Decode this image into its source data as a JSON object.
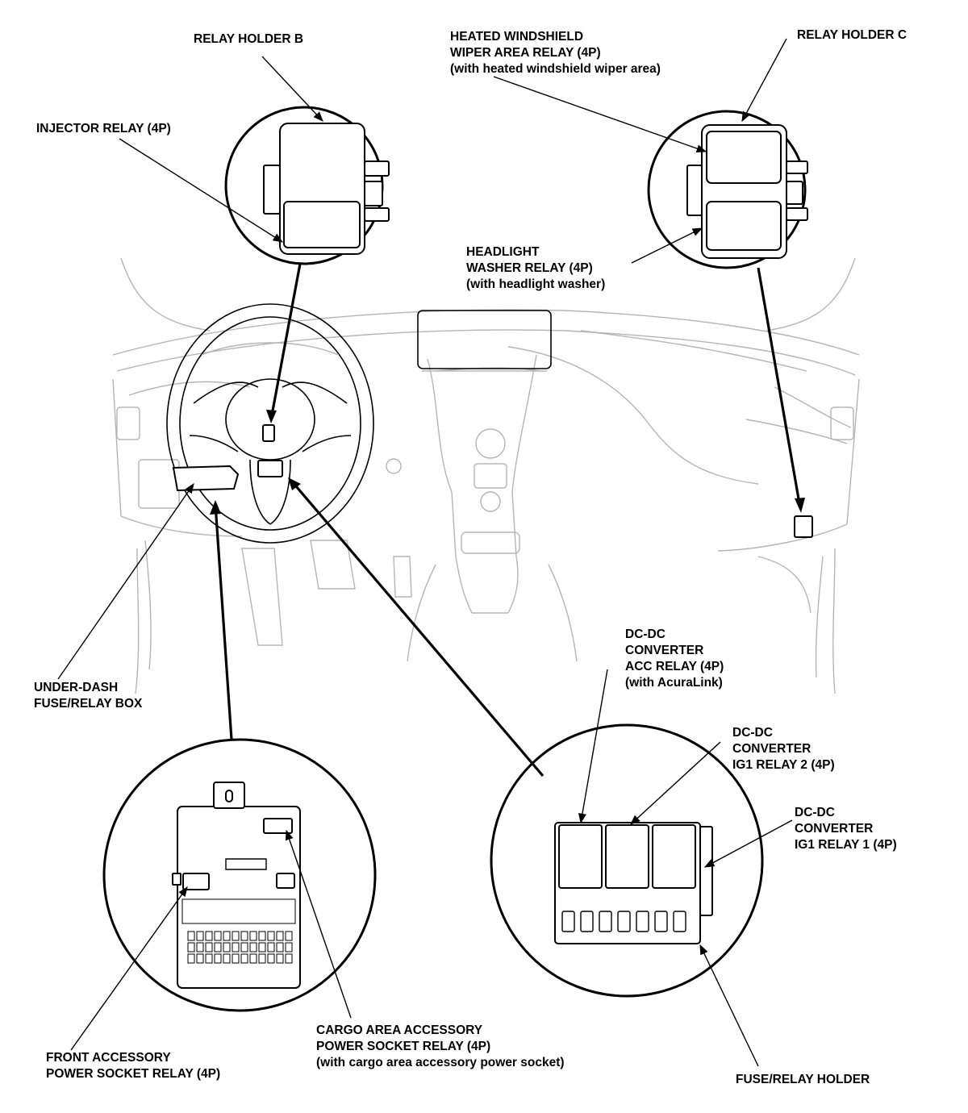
{
  "labels": {
    "relay_holder_b": [
      "RELAY HOLDER B"
    ],
    "injector_relay": [
      "INJECTOR RELAY (4P)"
    ],
    "heated_windshield": [
      "HEATED WINDSHIELD",
      "WIPER AREA RELAY (4P)",
      "(with heated windshield wiper area)"
    ],
    "relay_holder_c": [
      "RELAY HOLDER C"
    ],
    "headlight_washer": [
      "HEADLIGHT",
      "WASHER RELAY (4P)",
      "(with headlight washer)"
    ],
    "under_dash": [
      "UNDER-DASH",
      "FUSE/RELAY BOX"
    ],
    "dcdc_acc": [
      "DC-DC",
      "CONVERTER",
      "ACC RELAY (4P)",
      "(with AcuraLink)"
    ],
    "dcdc_ig1_2": [
      "DC-DC",
      "CONVERTER",
      "IG1 RELAY 2 (4P)"
    ],
    "dcdc_ig1_1": [
      "DC-DC",
      "CONVERTER",
      "IG1 RELAY 1 (4P)"
    ],
    "cargo_socket": [
      "CARGO AREA ACCESSORY",
      "POWER SOCKET RELAY (4P)",
      "(with cargo area accessory power socket)"
    ],
    "front_socket": [
      "FRONT ACCESSORY",
      "POWER SOCKET RELAY (4P)"
    ],
    "fuse_relay_holder": [
      "FUSE/RELAY HOLDER"
    ]
  }
}
